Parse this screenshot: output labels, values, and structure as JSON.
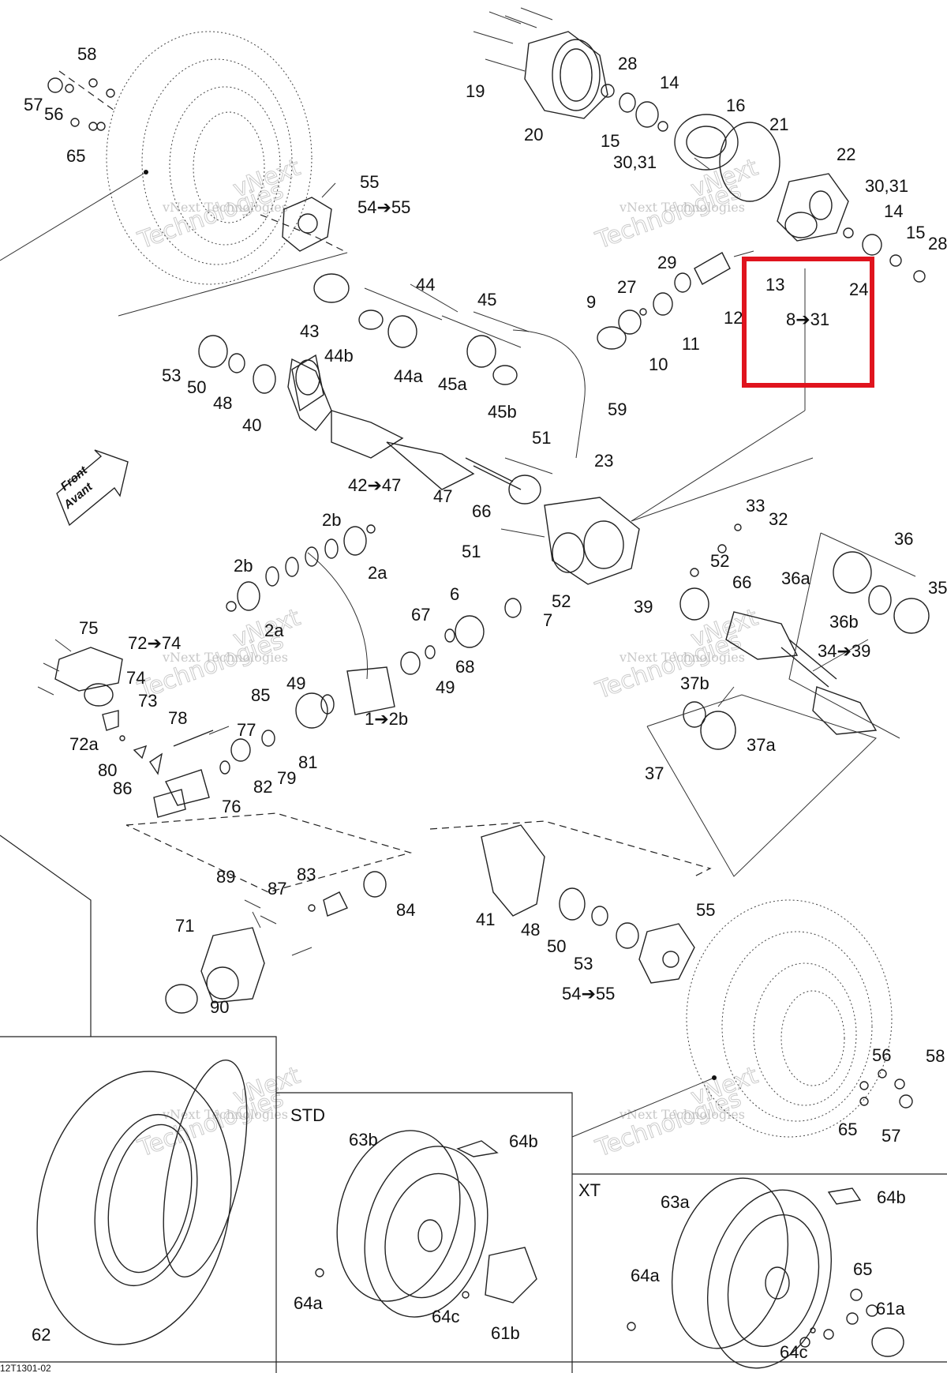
{
  "labels": [
    {
      "id": "58a",
      "text": "58"
    },
    {
      "id": "57a",
      "text": "57"
    },
    {
      "id": "56a",
      "text": "56"
    },
    {
      "id": "65a",
      "text": "65"
    },
    {
      "id": "55a",
      "text": "55"
    },
    {
      "id": "54a",
      "text": "54➔55"
    },
    {
      "id": "19",
      "text": "19"
    },
    {
      "id": "20",
      "text": "20"
    },
    {
      "id": "28a",
      "text": "28"
    },
    {
      "id": "14a",
      "text": "14"
    },
    {
      "id": "15a",
      "text": "15"
    },
    {
      "id": "3031a",
      "text": "30,31"
    },
    {
      "id": "16",
      "text": "16"
    },
    {
      "id": "21",
      "text": "21"
    },
    {
      "id": "22",
      "text": "22"
    },
    {
      "id": "3031b",
      "text": "30,31"
    },
    {
      "id": "14b",
      "text": "14"
    },
    {
      "id": "15b",
      "text": "15"
    },
    {
      "id": "28b",
      "text": "28"
    },
    {
      "id": "29",
      "text": "29"
    },
    {
      "id": "13",
      "text": "13"
    },
    {
      "id": "24",
      "text": "24"
    },
    {
      "id": "12",
      "text": "12"
    },
    {
      "id": "27",
      "text": "27"
    },
    {
      "id": "9",
      "text": "9"
    },
    {
      "id": "11",
      "text": "11"
    },
    {
      "id": "10",
      "text": "10"
    },
    {
      "id": "831",
      "text": "8➔31"
    },
    {
      "id": "44",
      "text": "44"
    },
    {
      "id": "45",
      "text": "45"
    },
    {
      "id": "43",
      "text": "43"
    },
    {
      "id": "44b",
      "text": "44b"
    },
    {
      "id": "44a",
      "text": "44a"
    },
    {
      "id": "45a",
      "text": "45a"
    },
    {
      "id": "45b",
      "text": "45b"
    },
    {
      "id": "53a",
      "text": "53"
    },
    {
      "id": "50a",
      "text": "50"
    },
    {
      "id": "48a",
      "text": "48"
    },
    {
      "id": "40",
      "text": "40"
    },
    {
      "id": "4247",
      "text": "42➔47"
    },
    {
      "id": "59",
      "text": "59"
    },
    {
      "id": "51a",
      "text": "51"
    },
    {
      "id": "23",
      "text": "23"
    },
    {
      "id": "47",
      "text": "47"
    },
    {
      "id": "66a",
      "text": "66"
    },
    {
      "id": "51b",
      "text": "51"
    },
    {
      "id": "33",
      "text": "33"
    },
    {
      "id": "32",
      "text": "32"
    },
    {
      "id": "36",
      "text": "36"
    },
    {
      "id": "36a",
      "text": "36a"
    },
    {
      "id": "35",
      "text": "35"
    },
    {
      "id": "52a",
      "text": "52"
    },
    {
      "id": "66b",
      "text": "66"
    },
    {
      "id": "52b",
      "text": "52"
    },
    {
      "id": "39",
      "text": "39"
    },
    {
      "id": "36b",
      "text": "36b"
    },
    {
      "id": "3439",
      "text": "34➔39"
    },
    {
      "id": "37b",
      "text": "37b"
    },
    {
      "id": "37a",
      "text": "37a"
    },
    {
      "id": "37",
      "text": "37"
    },
    {
      "id": "2b1",
      "text": "2b"
    },
    {
      "id": "2a1",
      "text": "2a"
    },
    {
      "id": "2b2",
      "text": "2b"
    },
    {
      "id": "2a2",
      "text": "2a"
    },
    {
      "id": "6",
      "text": "6"
    },
    {
      "id": "67",
      "text": "67"
    },
    {
      "id": "7",
      "text": "7"
    },
    {
      "id": "68",
      "text": "68"
    },
    {
      "id": "49a",
      "text": "49"
    },
    {
      "id": "49b",
      "text": "49"
    },
    {
      "id": "12b",
      "text": "1➔2b"
    },
    {
      "id": "85",
      "text": "85"
    },
    {
      "id": "75",
      "text": "75"
    },
    {
      "id": "7274",
      "text": "72➔74"
    },
    {
      "id": "74",
      "text": "74"
    },
    {
      "id": "73",
      "text": "73"
    },
    {
      "id": "72a",
      "text": "72a"
    },
    {
      "id": "78",
      "text": "78"
    },
    {
      "id": "77",
      "text": "77"
    },
    {
      "id": "80",
      "text": "80"
    },
    {
      "id": "81",
      "text": "81"
    },
    {
      "id": "79",
      "text": "79"
    },
    {
      "id": "86",
      "text": "86"
    },
    {
      "id": "82",
      "text": "82"
    },
    {
      "id": "76",
      "text": "76"
    },
    {
      "id": "89",
      "text": "89"
    },
    {
      "id": "87",
      "text": "87"
    },
    {
      "id": "83",
      "text": "83"
    },
    {
      "id": "84",
      "text": "84"
    },
    {
      "id": "71",
      "text": "71"
    },
    {
      "id": "90",
      "text": "90"
    },
    {
      "id": "41",
      "text": "41"
    },
    {
      "id": "48b",
      "text": "48"
    },
    {
      "id": "50b",
      "text": "50"
    },
    {
      "id": "53b",
      "text": "53"
    },
    {
      "id": "55b",
      "text": "55"
    },
    {
      "id": "5455b",
      "text": "54➔55"
    },
    {
      "id": "56b",
      "text": "56"
    },
    {
      "id": "58b",
      "text": "58"
    },
    {
      "id": "65b",
      "text": "65"
    },
    {
      "id": "57b",
      "text": "57"
    },
    {
      "id": "63b",
      "text": "63b"
    },
    {
      "id": "64b1",
      "text": "64b"
    },
    {
      "id": "64a1",
      "text": "64a"
    },
    {
      "id": "64c1",
      "text": "64c"
    },
    {
      "id": "61b",
      "text": "61b"
    },
    {
      "id": "62",
      "text": "62"
    },
    {
      "id": "63a",
      "text": "63a"
    },
    {
      "id": "64b2",
      "text": "64b"
    },
    {
      "id": "64a2",
      "text": "64a"
    },
    {
      "id": "65c",
      "text": "65"
    },
    {
      "id": "61a",
      "text": "61a"
    },
    {
      "id": "64c2",
      "text": "64c"
    }
  ],
  "sections": {
    "std": "STD",
    "xt": "XT"
  },
  "badge": {
    "line1": "Front",
    "line2": "Avant"
  },
  "watermark": {
    "line1": "vNext Technologies",
    "line2": "vNext",
    "line3": "Technologies"
  },
  "reference_code": "12T1301-02",
  "highlight": {
    "color": "#e0141e"
  }
}
